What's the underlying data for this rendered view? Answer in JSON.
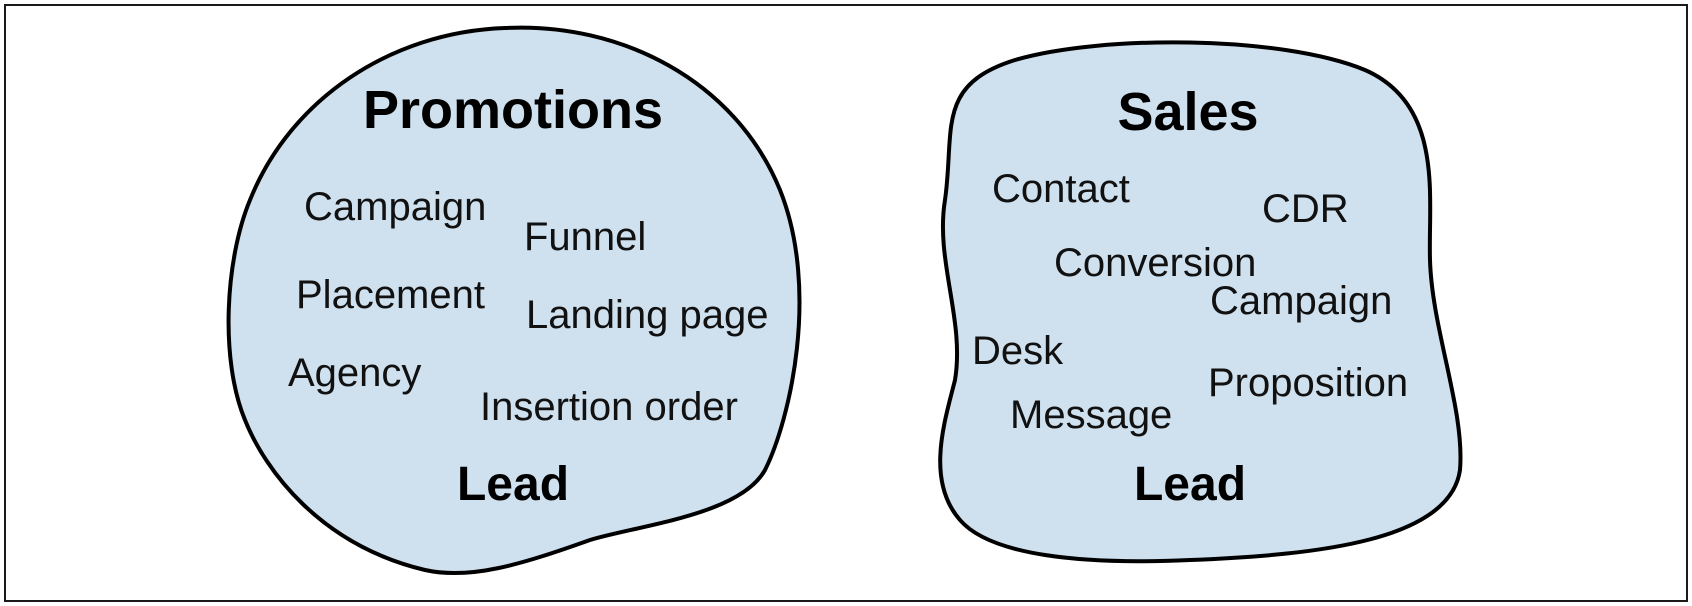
{
  "colors": {
    "blob_fill": "#cfe0ee",
    "blob_stroke": "#000000",
    "frame_stroke": "#1a1a1a",
    "text": "#111111"
  },
  "contexts": [
    {
      "title": "Promotions",
      "terms": [
        "Campaign",
        "Funnel",
        "Placement",
        "Landing page",
        "Agency",
        "Insertion order"
      ],
      "shared_term": "Lead"
    },
    {
      "title": "Sales",
      "terms": [
        "Contact",
        "CDR",
        "Conversion",
        "Campaign",
        "Desk",
        "Proposition",
        "Message"
      ],
      "shared_term": "Lead"
    }
  ]
}
